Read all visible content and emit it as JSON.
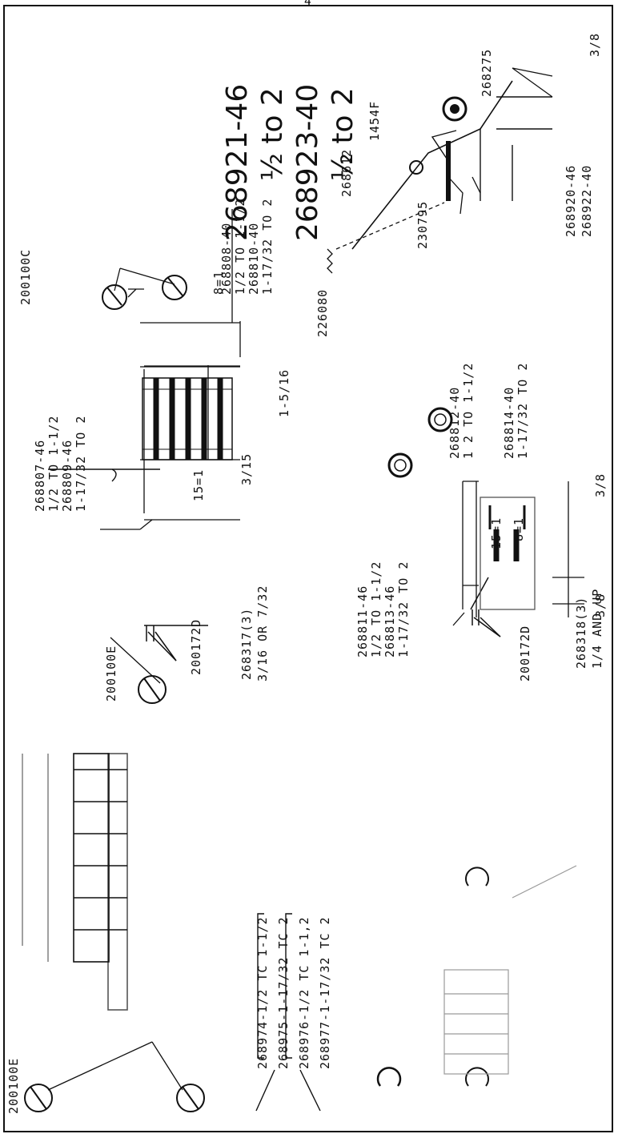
{
  "top_mark": "4",
  "part_numbers": {
    "p_200100E_a": "200100E",
    "p_200100E_b": "200100E",
    "p_200172D_a": "200172D",
    "p_200172D_b": "200172D",
    "p_268317": "268317(3)",
    "p_268317_size": "3/16 OR 7/32",
    "p_268318": "268318(3)",
    "p_268318_size": "1/4 AND UP",
    "p_200100C": "200100C",
    "p_226080": "226080",
    "p_230795": "230795",
    "p_268612": "268612",
    "p_1454F": "1454F",
    "p_268275": "268275",
    "p_268920": "268920-46",
    "p_268922": "268922-40"
  },
  "list_974": {
    "l1": "268974-1/2 TC 1-1/2",
    "l2": "268975-1-17/32 TC 2",
    "l3": "268976-1/2 TC 1-1,2",
    "l4": "268977-1-17/32 TC 2"
  },
  "group_807": {
    "l1": "268807-46",
    "l2": "1/2 TO 1-1/2",
    "l3": "268809-46",
    "l4": "1-17/32 TO 2"
  },
  "group_808": {
    "l1": "268808-40",
    "l2": "1/2 TO 1-1/2",
    "l3": "268810-40",
    "l4": "1-17/32 TO 2"
  },
  "group_811": {
    "l1": "268811-46",
    "l2": "1/2 TO 1-1/2",
    "l3": "268813-46",
    "l4": "1-17/32 TO 2"
  },
  "group_812": {
    "l1": "268812-40",
    "l2": "1 2 TO 1-1/2",
    "l3": "268814-40",
    "l4": "1-17/32 TO 2"
  },
  "dimensions": {
    "d_15_1_a": "15=1",
    "d_8_1_a": "8=1",
    "d_3_15": "3/15",
    "d_1_5_16": "1-5/16",
    "d_15_1_b": "15=1",
    "d_8_1_b": "8=1",
    "d_3_8_a": "3/8",
    "d_3_8_b": "3/8",
    "d_3_8_c": "3/8"
  },
  "big_text": {
    "b1": "268921-46",
    "b2": "½ to 2",
    "b3": "268923-40",
    "b4": "½ to 2"
  }
}
